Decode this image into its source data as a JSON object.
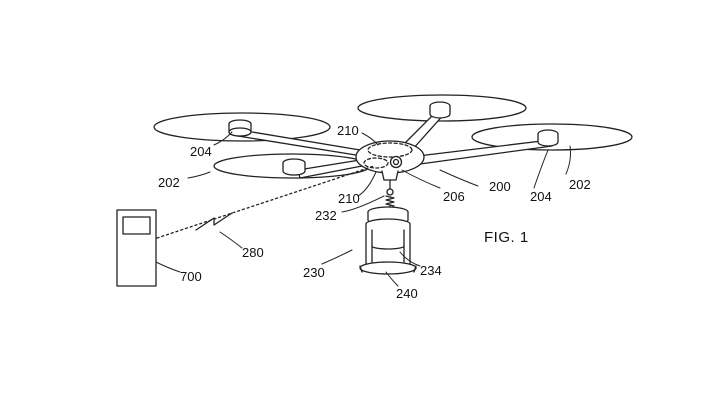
{
  "figure": {
    "title": "FIG. 1",
    "labels": {
      "drone": "200",
      "rotor_left": "202",
      "rotor_right": "202",
      "motor_left": "204",
      "motor_right": "204",
      "camera": "206",
      "body_top": "210",
      "body_bottom": "210",
      "payload_assembly": "230",
      "tether": "232",
      "canister": "234",
      "payload": "240",
      "signal": "280",
      "controller": "700"
    }
  }
}
